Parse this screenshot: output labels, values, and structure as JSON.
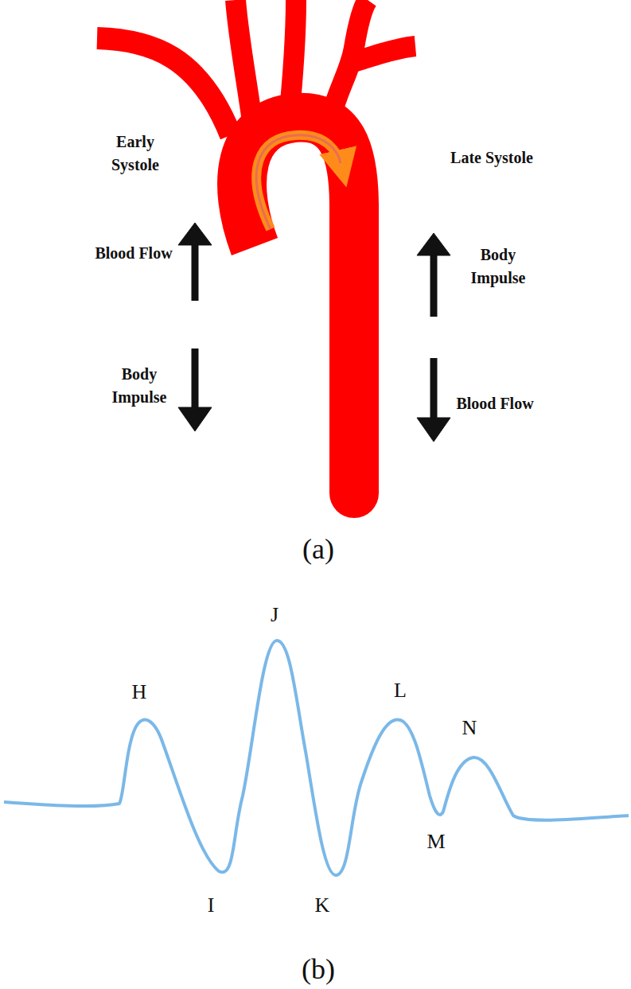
{
  "diagram": {
    "labels": [
      "Early Systole",
      "Late Systole",
      "Blood Flow",
      "Body Impulse",
      "Body Impulse",
      "Blood Flow",
      "(a)",
      "H",
      "I",
      "J",
      "K",
      "L",
      "M",
      "N",
      "(b)"
    ]
  }
}
